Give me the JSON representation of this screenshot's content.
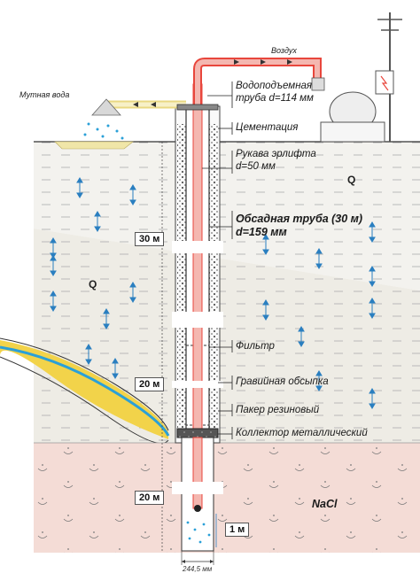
{
  "labels": {
    "air": "Воздух",
    "muddy_water": "Мутная вода",
    "riser_pipe_line1": "Водоподъемная",
    "riser_pipe_line2": "труба d=114 мм",
    "cementation": "Цементация",
    "airlift_hose_line1": "Рукава эрлифта",
    "airlift_hose_line2": "d=50 мм",
    "casing_line1": "Обсадная труба (30 м)",
    "casing_line2": "d=159 мм",
    "filter": "Фильтр",
    "gravel": "Гравийная обсыпка",
    "packer": "Пакер резиновый",
    "collector": "Коллектор металлический",
    "nacl": "NaCl",
    "q_upper": "Q",
    "q_middle": "Q"
  },
  "depths": {
    "d1": "30 м",
    "d2": "20 м",
    "d3": "20 м",
    "d4": "1 м"
  },
  "dimension": "244,5 мм",
  "colors": {
    "sky": "#ffffff",
    "sand_layer": "#f1efe8",
    "clay_layer": "#e9e7df",
    "bottom_layer": "#f4dcd6",
    "riser_red": "#e8463c",
    "riser_pink": "#f4b7b0",
    "muddy_yellow": "#f0e6a8",
    "water_blue": "#2aa0d8",
    "aquifer_yellow": "#f2d34a"
  }
}
